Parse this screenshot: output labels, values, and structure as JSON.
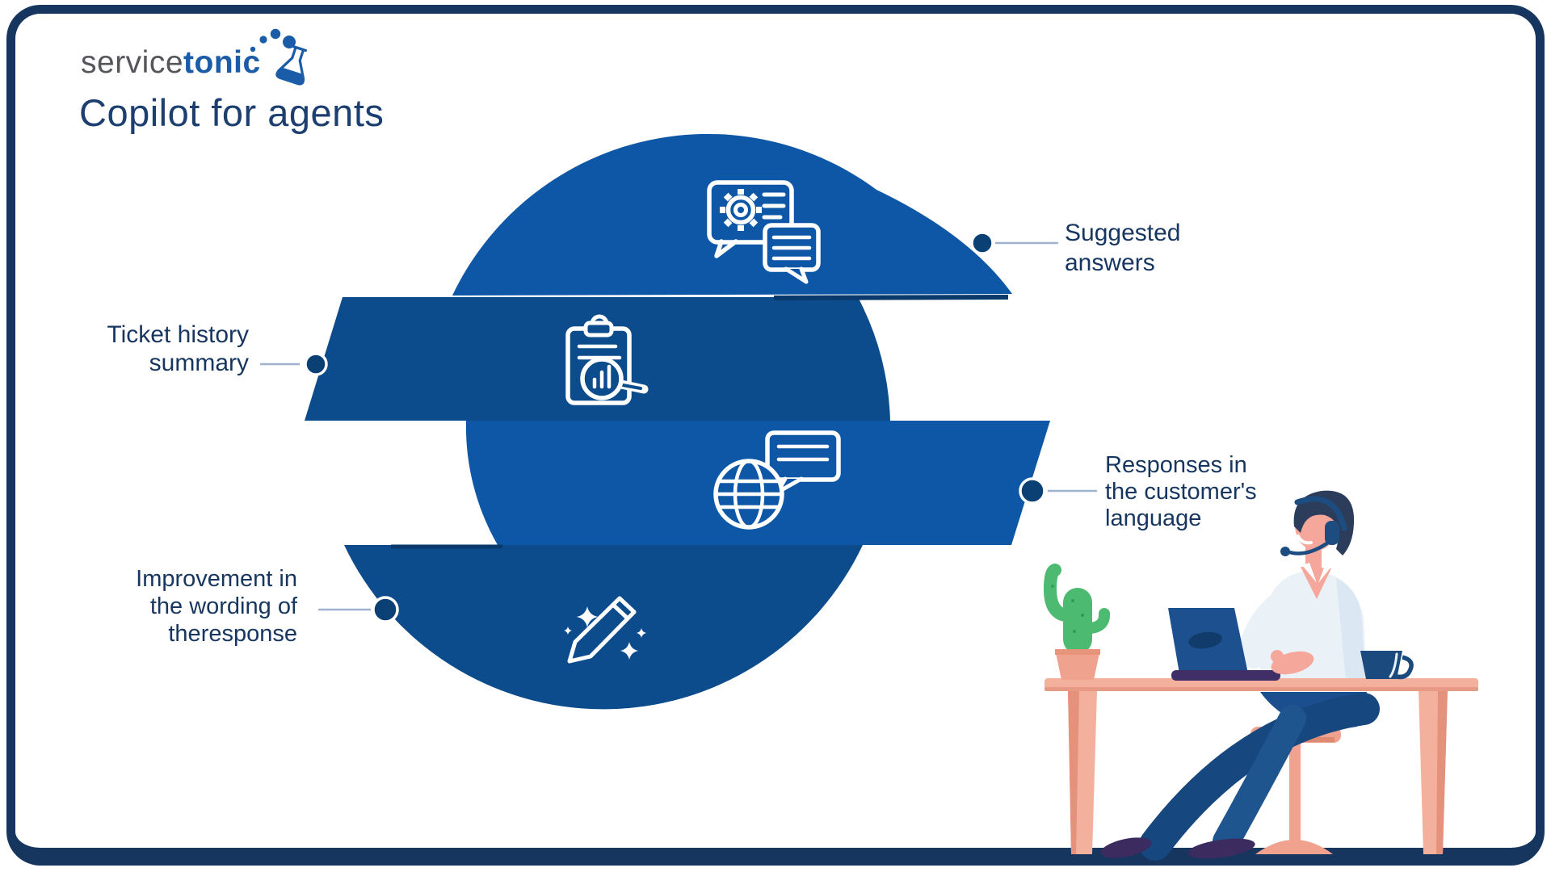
{
  "logo": {
    "service": "service",
    "tonic": "tonic"
  },
  "title": "Copilot for agents",
  "diagram": {
    "slices": [
      {
        "id": "suggested-answers",
        "icon": "chat-gear-icon",
        "side": "right",
        "label_lines": [
          "Suggested",
          "answers"
        ]
      },
      {
        "id": "ticket-history-summary",
        "icon": "clipboard-magnifier-icon",
        "side": "left",
        "label_lines": [
          "Ticket history",
          "summary"
        ]
      },
      {
        "id": "responses-customer-language",
        "icon": "globe-chat-icon",
        "side": "right",
        "label_lines": [
          "Responses in",
          "the customer's",
          "language"
        ]
      },
      {
        "id": "improvement-wording",
        "icon": "pencil-sparkle-icon",
        "side": "left",
        "label_lines": [
          "Improvement in",
          "the wording of",
          "theresponse"
        ]
      }
    ]
  },
  "colors": {
    "band_bright": "#0E57A7",
    "band_dark": "#0C4C8C",
    "band_shadow": "#093A6B",
    "dot": "#0B4075",
    "connector": "#9FB2CE",
    "label_text": "#17365F",
    "title_text": "#1D3F70",
    "logo_gray": "#55565B",
    "logo_blue": "#1A5CA8",
    "frame": "#16365F",
    "icon_stroke": "#FFFFFF"
  }
}
